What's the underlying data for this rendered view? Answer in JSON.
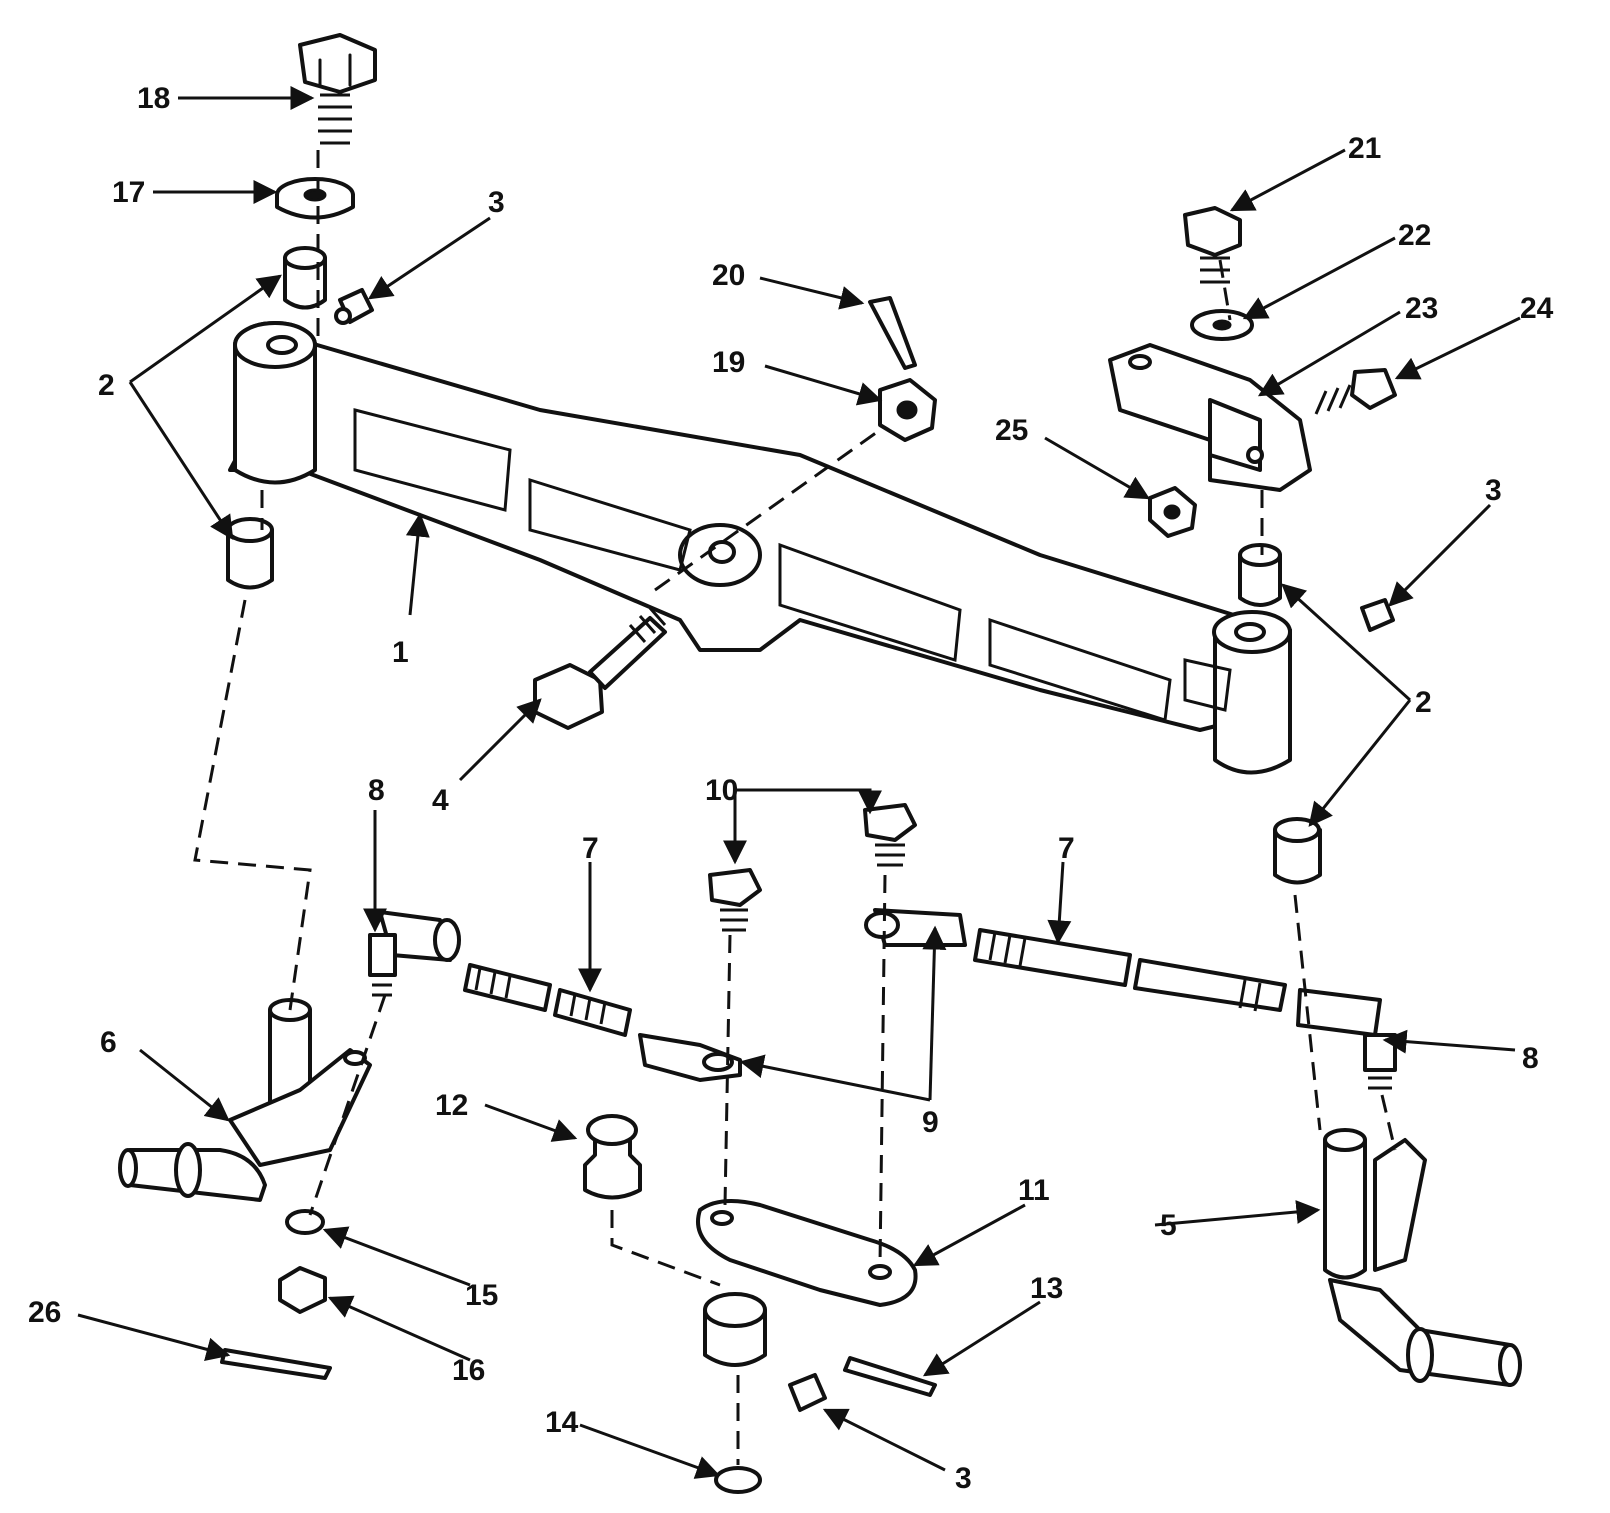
{
  "callouts": {
    "c1": "1",
    "c2_left": "2",
    "c2_right": "2",
    "c3_top": "3",
    "c3_right": "3",
    "c3_bottom": "3",
    "c4": "4",
    "c5": "5",
    "c6": "6",
    "c7_left": "7",
    "c7_right": "7",
    "c8_left": "8",
    "c8_right": "8",
    "c9": "9",
    "c10": "10",
    "c11": "11",
    "c12": "12",
    "c13": "13",
    "c14": "14",
    "c15": "15",
    "c16": "16",
    "c17": "17",
    "c18": "18",
    "c19": "19",
    "c20": "20",
    "c21": "21",
    "c22": "22",
    "c23": "23",
    "c24": "24",
    "c25": "25",
    "c26": "26"
  }
}
